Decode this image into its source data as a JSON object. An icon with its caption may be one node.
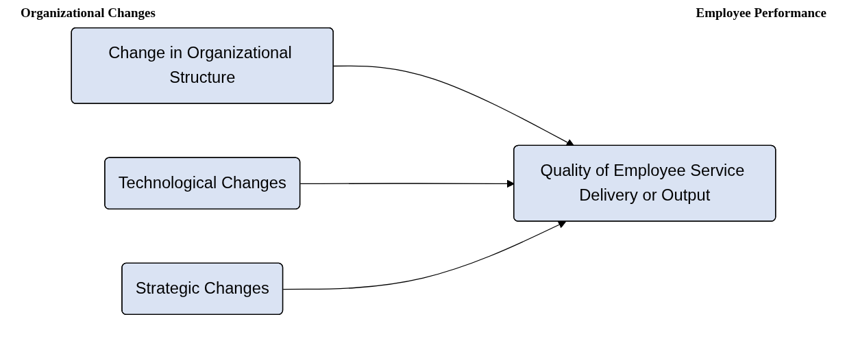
{
  "diagram": {
    "nodes": [
      {
        "text": [
          "Change in Organizational Structure"
        ]
      },
      {
        "text": [
          "Technological Changes"
        ]
      },
      {
        "text": [
          "Strategic Changes"
        ]
      },
      {
        "text": [
          "Quality of Employee Service Delivery or Output"
        ]
      }
    ],
    "edges": [
      {
        "from": 0,
        "to": 3,
        "arrow": "to"
      },
      {
        "from": 1,
        "to": 3,
        "arrow": "to"
      },
      {
        "from": 2,
        "to": 3,
        "arrow": "to"
      }
    ],
    "labels": [
      "Organizational Changes",
      "Employee Performance"
    ]
  }
}
